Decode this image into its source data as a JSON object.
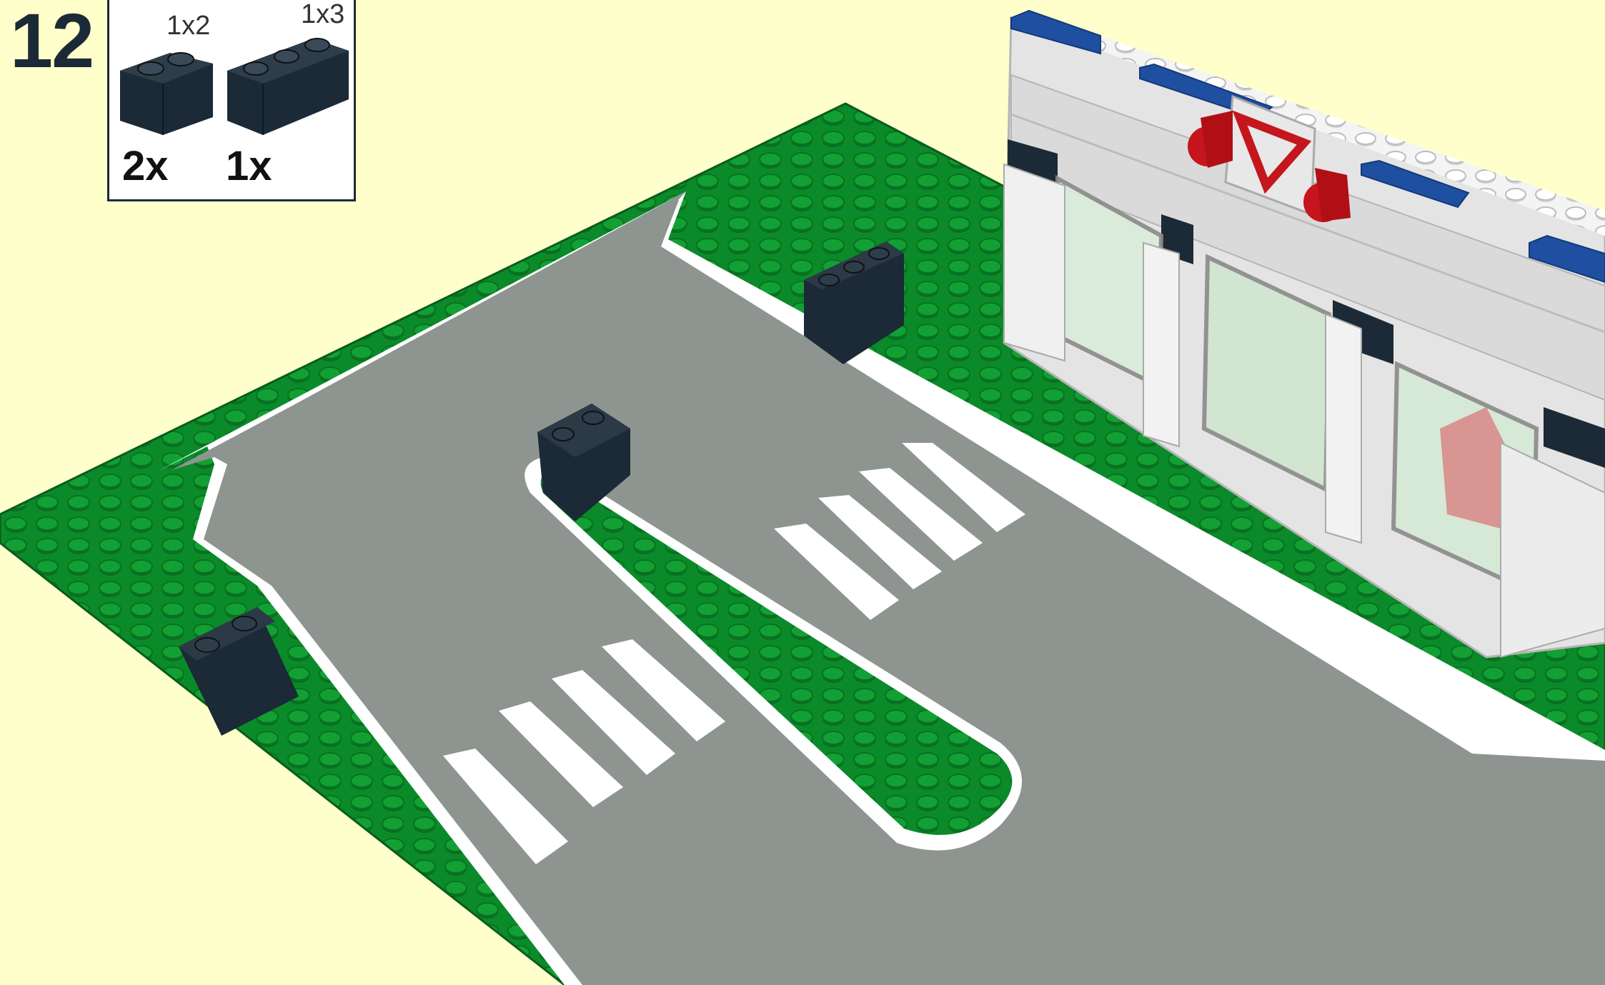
{
  "step": {
    "number": "12"
  },
  "parts_list": {
    "items": [
      {
        "size": "1x2",
        "quantity": "2x",
        "color": "#1b2a36"
      },
      {
        "size": "1x3",
        "quantity": "1x",
        "color": "#1b2a36"
      }
    ]
  },
  "colors": {
    "background": "#ffffcc",
    "baseplate_green": "#0b8a2a",
    "road_gray": "#8e9590",
    "road_marking": "#ffffff",
    "building_white": "#e9e9e9",
    "brick_dark": "#1b2a36",
    "accent_blue": "#1f4fa0",
    "signal_red": "#c4161c"
  }
}
